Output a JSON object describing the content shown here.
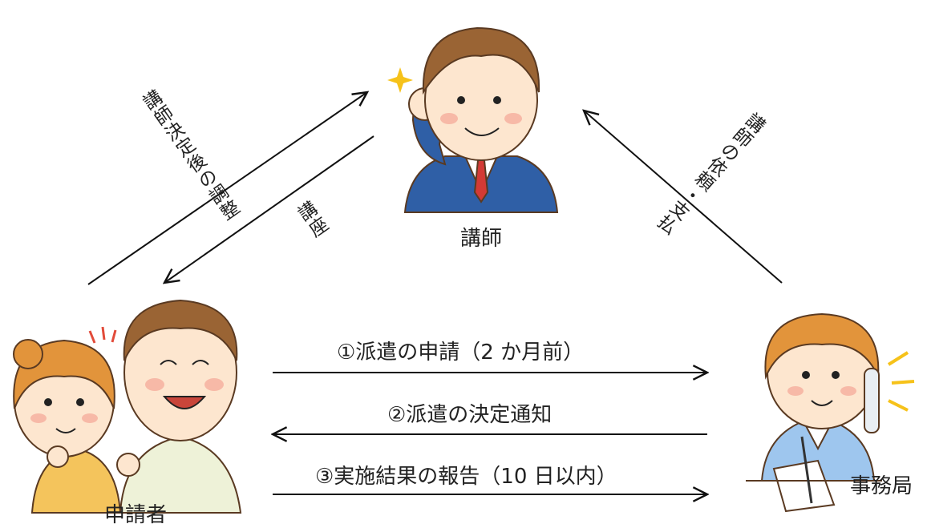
{
  "nodes": {
    "lecturer": {
      "label": "講師"
    },
    "applicant": {
      "label": "申請者"
    },
    "office": {
      "label": "事務局"
    }
  },
  "arrows": {
    "request": "①派遣の申請（2 か月前）",
    "decision": "②派遣の決定通知",
    "report": "③実施結果の報告（10 日以内）",
    "coordination": "講師決定後の調整",
    "lecture": "講座",
    "fee": "講師の依頼・支払"
  },
  "colors": {
    "line": "#111111",
    "skin": "#fde6cf",
    "hair_brown": "#9a6434",
    "hair_orange": "#e2943b",
    "suit": "#2f5fa6",
    "tie": "#d33a35",
    "apron": "#f4c45c",
    "shirt_light": "#eef2d8",
    "uniform_blue": "#9ec6ee",
    "sparkle": "#f6c21a"
  }
}
